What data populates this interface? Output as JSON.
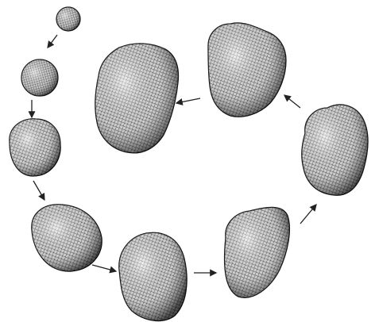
{
  "figure": {
    "stages": [
      {
        "id": "stage-1",
        "form": "small-sphere"
      },
      {
        "id": "stage-2",
        "form": "sphere"
      },
      {
        "id": "stage-3",
        "form": "large-sphere"
      },
      {
        "id": "stage-4",
        "form": "ovoid"
      },
      {
        "id": "stage-5",
        "form": "irregular-blob"
      },
      {
        "id": "stage-6",
        "form": "elongated-blob"
      },
      {
        "id": "stage-7",
        "form": "tall-lobed-shape"
      },
      {
        "id": "stage-8",
        "form": "lobed-shape"
      },
      {
        "id": "stage-9",
        "form": "tall-lobed-shape"
      }
    ],
    "colors": {
      "background": "#ffffff",
      "mesh_fill": "#7a7a7a",
      "mesh_line": "#1a1a1a",
      "arrow": "#222222"
    },
    "mesh_style": "wireframe grid"
  }
}
